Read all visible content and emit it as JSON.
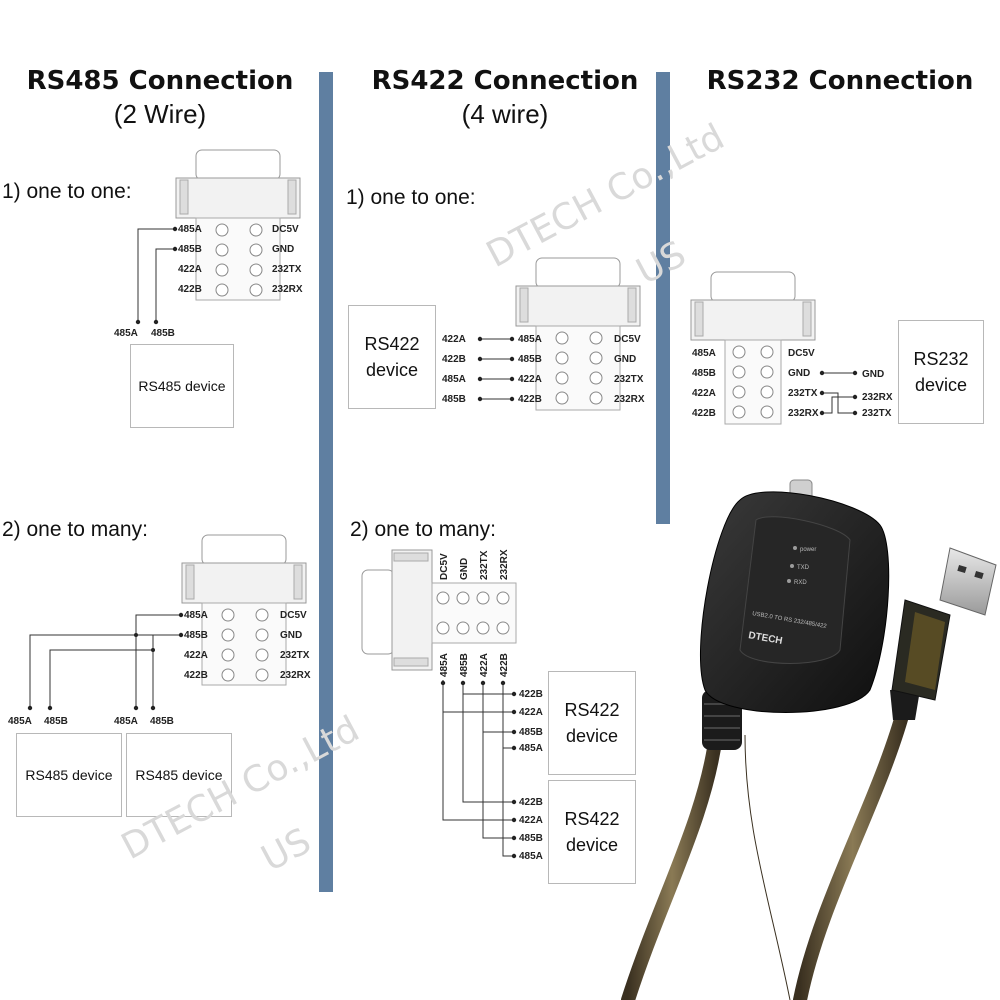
{
  "sections": {
    "rs485": {
      "title": "RS485 Connection",
      "subtitle": "(2 Wire)",
      "case1": "1) one to one:",
      "case2": "2) one to many:",
      "device1": "RS485 device",
      "device_a": "RS485 device",
      "device_b": "RS485 device"
    },
    "rs422": {
      "title": "RS422 Connection",
      "subtitle": "(4 wire)",
      "case1": "1) one to one:",
      "case2": "2) one to many:",
      "device1": "RS422 device",
      "device_a": "RS422 device",
      "device_b": "RS422 device"
    },
    "rs232": {
      "title": "RS232 Connection",
      "device": "RS232 device"
    }
  },
  "terminal_labels": {
    "left": [
      "485A",
      "485B",
      "422A",
      "422B"
    ],
    "right": [
      "DC5V",
      "GND",
      "232TX",
      "232RX"
    ],
    "top_rotated_left": [
      "DC5V",
      "GND",
      "232TX",
      "232RX"
    ],
    "bottom_rotated": [
      "485A",
      "485B",
      "422A",
      "422B"
    ]
  },
  "wire_labels": {
    "rs485_pair": [
      "485A",
      "485B"
    ],
    "rs422_in": [
      "422A",
      "422B",
      "485A",
      "485B"
    ],
    "rs422_many": [
      "422B",
      "422A",
      "485B",
      "485A"
    ],
    "rs232_in": [
      "GND",
      "232RX",
      "232TX"
    ]
  },
  "adapter": {
    "leds": [
      "power",
      "TXD",
      "RXD"
    ],
    "model": "USB2.0 TO RS 232/485/422",
    "brand": "DTECH"
  },
  "watermark": {
    "company": "DTECH Co.,Ltd",
    "region": "US"
  }
}
